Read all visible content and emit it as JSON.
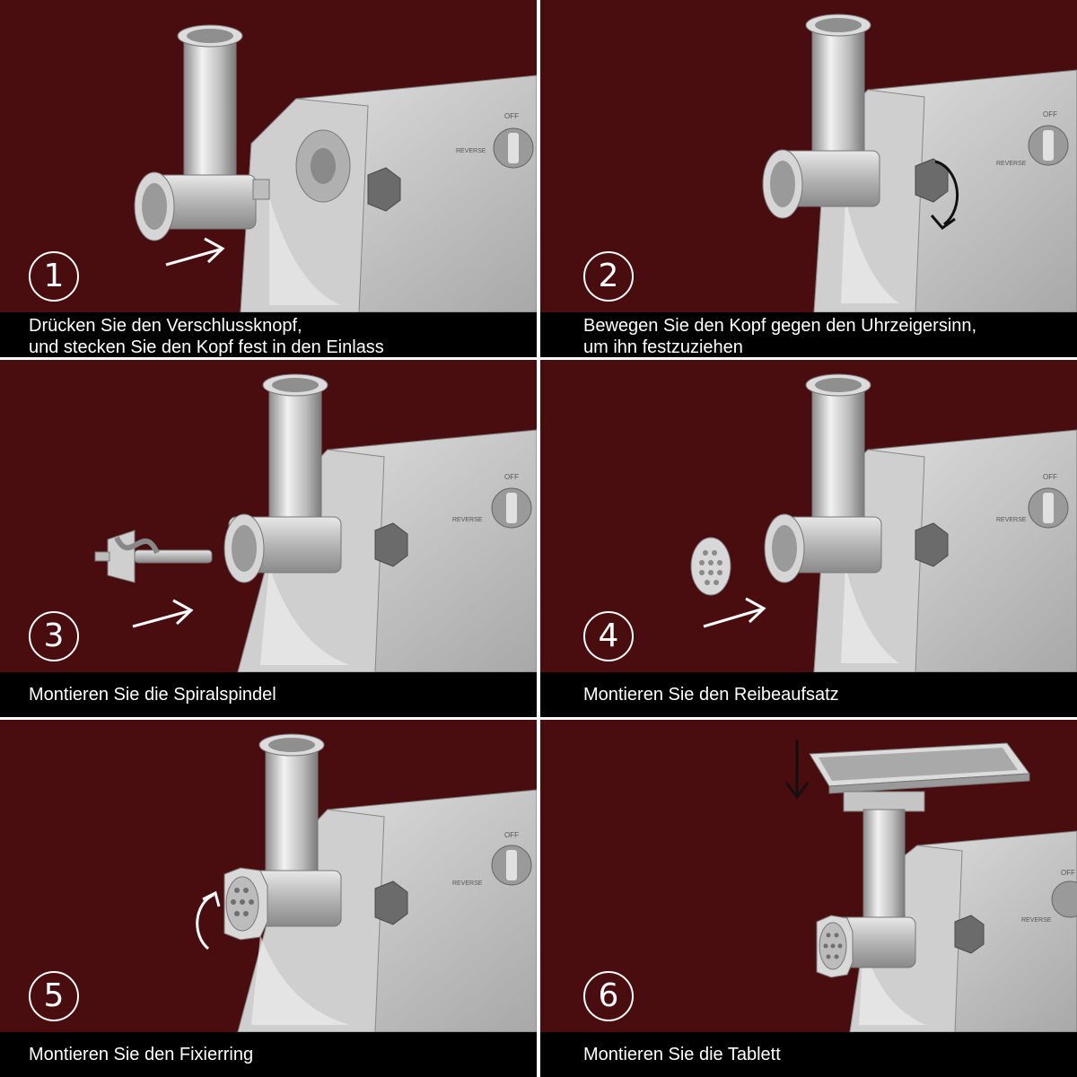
{
  "colors": {
    "background": "#4a0d0f",
    "caption_bar": "#000000",
    "text": "#ffffff",
    "metal": "#c9c9c9",
    "knob": "#6b6b6b"
  },
  "steps": [
    {
      "number": "1",
      "lines": [
        "Drücken Sie den Verschlussknopf,",
        "und stecken Sie den Kopf fest in den Einlass"
      ]
    },
    {
      "number": "2",
      "lines": [
        "Bewegen Sie den Kopf gegen den Uhrzeigersinn,",
        "um ihn festzuziehen"
      ]
    },
    {
      "number": "3",
      "lines": [
        "Montieren Sie die Spiralspindel"
      ]
    },
    {
      "number": "4",
      "lines": [
        "Montieren Sie den Reibeaufsatz"
      ]
    },
    {
      "number": "5",
      "lines": [
        "Montieren Sie den Fixierring"
      ]
    },
    {
      "number": "6",
      "lines": [
        "Montieren Sie die Tablett"
      ]
    }
  ],
  "machine_labels": {
    "off": "OFF",
    "reverse": "REVERSE"
  }
}
